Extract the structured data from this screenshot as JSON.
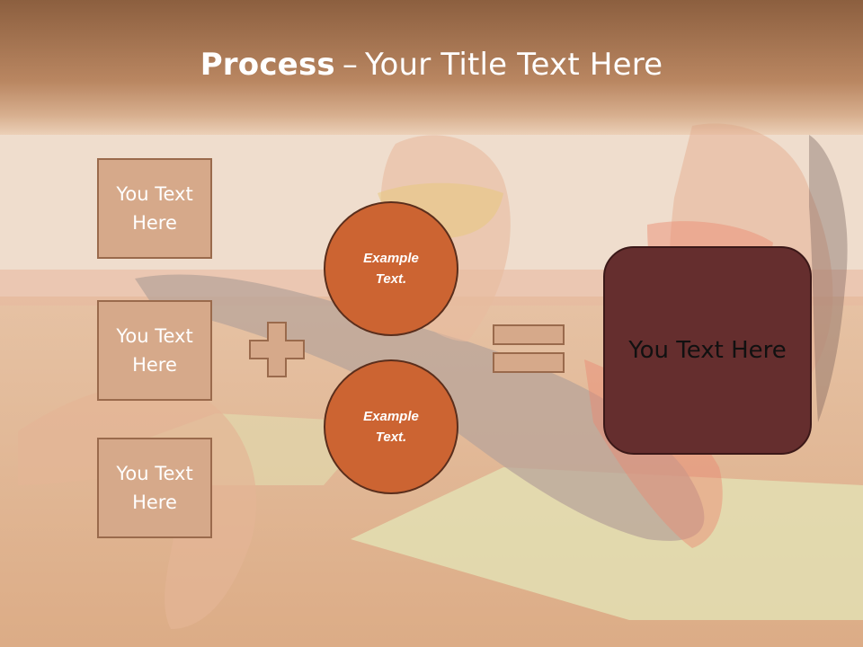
{
  "title": {
    "bold": "Process",
    "separator": "–",
    "rest": "Your Title Text Here"
  },
  "left_boxes": [
    {
      "text": "You Text Here"
    },
    {
      "text": "You Text Here"
    },
    {
      "text": "You Text Here"
    }
  ],
  "circles": [
    {
      "text": "Example Text."
    },
    {
      "text": "Example Text."
    }
  ],
  "result": {
    "text": "You Text Here"
  },
  "colors": {
    "header": "#b98661",
    "box_fill": "#d6a98a",
    "box_border": "#9a6a4c",
    "circle_fill": "#cc6432",
    "result_fill": "#652e2e"
  },
  "icons": [
    "plus-icon",
    "equals-icon"
  ]
}
